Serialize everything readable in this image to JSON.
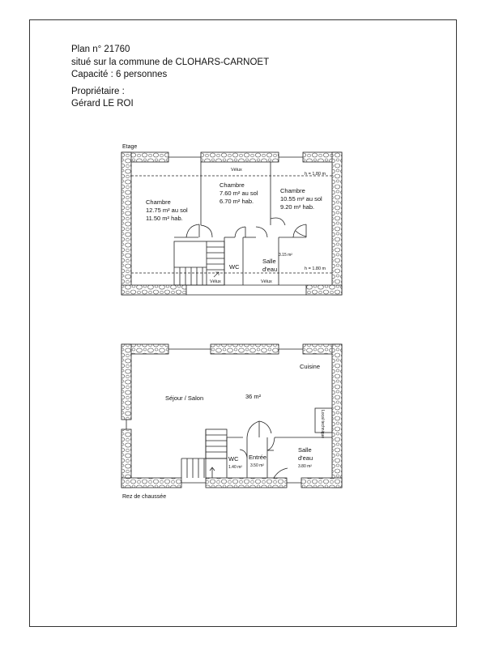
{
  "header": {
    "plan": "Plan n° 21760",
    "location": "situé sur la commune de CLOHARS-CARNOET",
    "capacity": "Capacité : 6 personnes",
    "owner_label": "Propriétaire :",
    "owner_name": "Gérard LE ROI"
  },
  "upper_floor": {
    "title": "Etage",
    "velux_top": "Vélux",
    "velux_bottom_1": "Vélux",
    "velux_bottom_2": "Vélux",
    "height_top": "h = 1.80 m",
    "height_bottom": "h = 1.80 m",
    "room1": {
      "name": "Chambre",
      "floor": "12.75 m² au sol",
      "hab": "11.50 m² hab."
    },
    "room2": {
      "name": "Chambre",
      "floor": "7.60 m² au sol",
      "hab": "6.70 m² hab."
    },
    "room3": {
      "name": "Chambre",
      "floor": "10.55 m² au sol",
      "hab": "9.20 m² hab."
    },
    "wc": "WC",
    "bath_area": "3.15 m²",
    "bath_line1": "Salle",
    "bath_line2": "d'eau"
  },
  "ground_floor": {
    "title": "Rez de chaussée",
    "living": "Séjour / Salon",
    "living_area": "36 m²",
    "kitchen": "Cuisine",
    "local_technique": "Local technique",
    "wc": "WC",
    "wc_area": "1.40 m²",
    "entry": "Entrée",
    "entry_area": "3.50 m²",
    "bath_line1": "Salle",
    "bath_line2": "d'eau",
    "bath_area": "3.80 m²"
  },
  "colors": {
    "line": "#222222",
    "stone_fill": "#ffffff"
  }
}
